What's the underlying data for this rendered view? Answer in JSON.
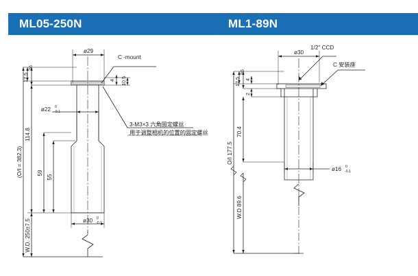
{
  "page": {
    "background": "#ffffff",
    "accent_color": "#1a6fb5",
    "line_color": "#231f20",
    "part_fill": "#ffffff"
  },
  "panels": [
    {
      "id": "ml05-250n",
      "title": "ML05-250N",
      "dimensions": {
        "top_diameter": "ø29",
        "c_mount_label": "C -mount",
        "flange_thickness": "4",
        "flange_height": "10.5",
        "front_height_a": "17.5",
        "front_height_b": "26",
        "barrel_diameter": "ø22",
        "barrel_tolerance_upper": "0",
        "barrel_tolerance_lower": "-0.1",
        "overall_length": "(O/I = 382.3)",
        "length_114_8": "114.8",
        "length_59": "59",
        "length_55": "55",
        "working_distance": "W.D. 250±7.5",
        "bottom_diameter": "ø30",
        "bottom_tolerance_upper": "0",
        "bottom_tolerance_lower": "-0.1"
      },
      "annotations": {
        "screw_line1": "3-M3×3 六角固定螺丝",
        "screw_line2": "用于调整相机的位置的固定螺丝"
      }
    },
    {
      "id": "ml1-89n",
      "title": "ML1-89N",
      "dimensions": {
        "top_diameter": "ø30",
        "ccd_label": "1/2\" CCD",
        "mount_label": "C 安装座",
        "flange_thickness": "4",
        "front_height_a": "17.5",
        "front_height_b": "26",
        "step_height": "2",
        "length_70_4": "70.4",
        "overall_length": "O/I 177.5",
        "working_distance": "W.D 89.6",
        "bottom_diameter": "ø16",
        "bottom_tolerance_upper": "0",
        "bottom_tolerance_lower": "-0.1"
      }
    }
  ]
}
